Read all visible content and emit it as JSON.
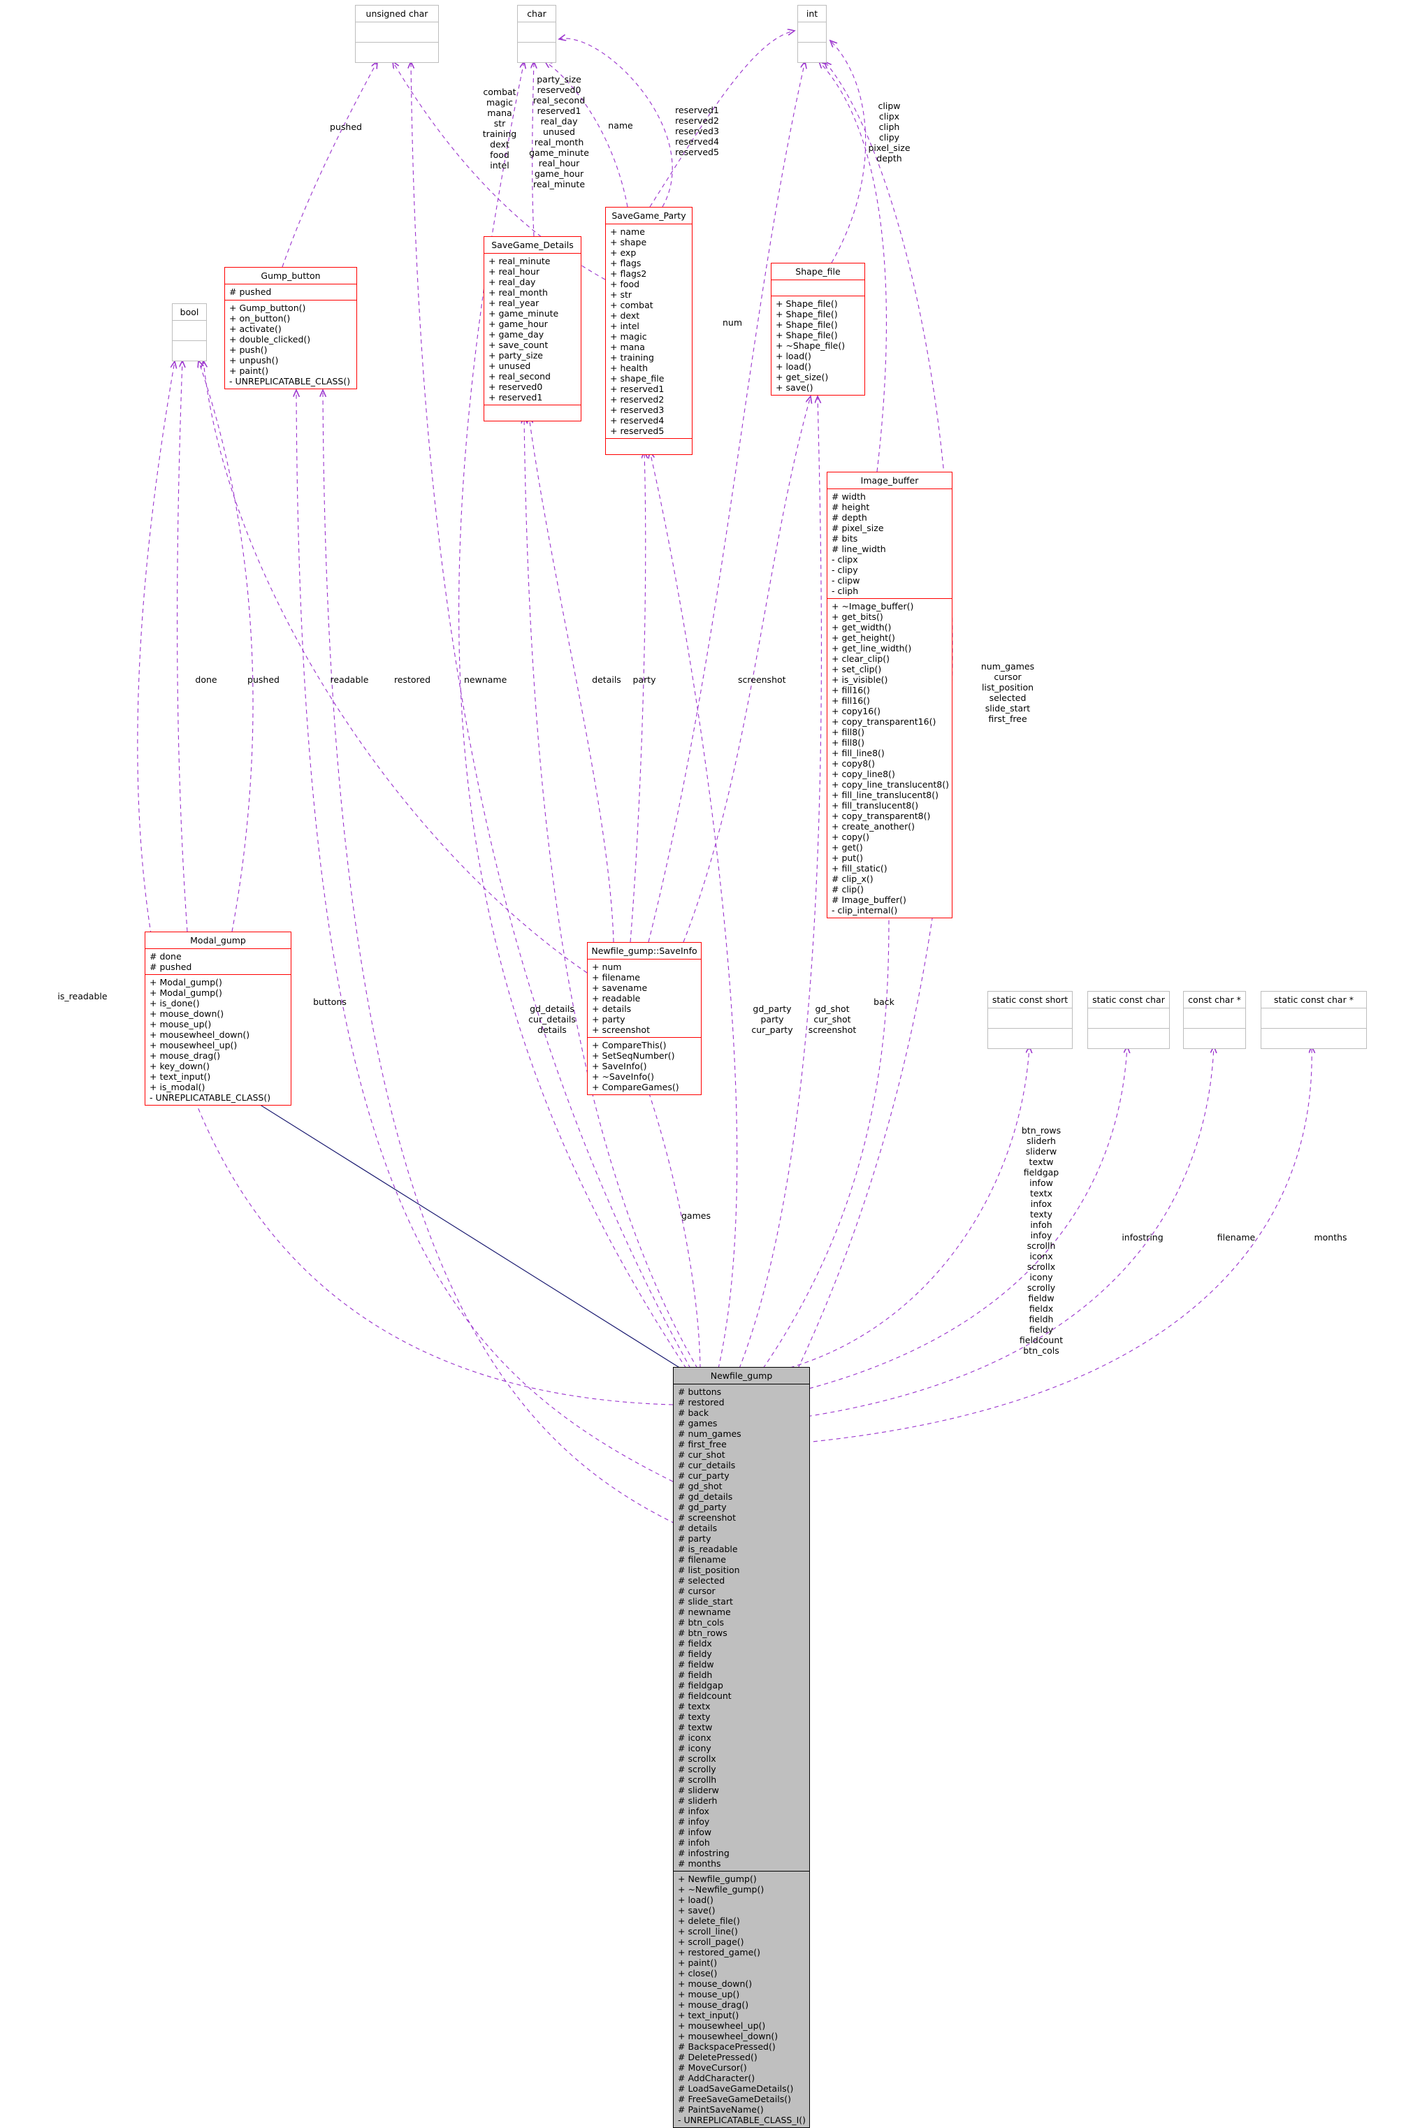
{
  "classes": {
    "unsigned_char": {
      "title": "unsigned char"
    },
    "char_t": {
      "title": "char"
    },
    "int_t": {
      "title": "int"
    },
    "bool_t": {
      "title": "bool"
    },
    "gump_button": {
      "title": "Gump_button",
      "attributes": [
        "# pushed"
      ],
      "methods": [
        "+ Gump_button()",
        "+ on_button()",
        "+ activate()",
        "+ double_clicked()",
        "+ push()",
        "+ unpush()",
        "+ paint()",
        "- UNREPLICATABLE_CLASS()"
      ]
    },
    "savegame_details": {
      "title": "SaveGame_Details",
      "attributes": [
        "+ real_minute",
        "+ real_hour",
        "+ real_day",
        "+ real_month",
        "+ real_year",
        "+ game_minute",
        "+ game_hour",
        "+ game_day",
        "+ save_count",
        "+ party_size",
        "+ unused",
        "+ real_second",
        "+ reserved0",
        "+ reserved1"
      ],
      "methods": []
    },
    "savegame_party": {
      "title": "SaveGame_Party",
      "attributes": [
        "+ name",
        "+ shape",
        "+ exp",
        "+ flags",
        "+ flags2",
        "+ food",
        "+ str",
        "+ combat",
        "+ dext",
        "+ intel",
        "+ magic",
        "+ mana",
        "+ training",
        "+ health",
        "+ shape_file",
        "+ reserved1",
        "+ reserved2",
        "+ reserved3",
        "+ reserved4",
        "+ reserved5"
      ],
      "methods": []
    },
    "shape_file": {
      "title": "Shape_file",
      "attributes": [],
      "methods": [
        "+ Shape_file()",
        "+ Shape_file()",
        "+ Shape_file()",
        "+ Shape_file()",
        "+ ~Shape_file()",
        "+ load()",
        "+ load()",
        "+ get_size()",
        "+ save()"
      ]
    },
    "image_buffer": {
      "title": "Image_buffer",
      "attributes": [
        "# width",
        "# height",
        "# depth",
        "# pixel_size",
        "# bits",
        "# line_width",
        "- clipx",
        "- clipy",
        "- clipw",
        "- cliph"
      ],
      "methods": [
        "+ ~Image_buffer()",
        "+ get_bits()",
        "+ get_width()",
        "+ get_height()",
        "+ get_line_width()",
        "+ clear_clip()",
        "+ set_clip()",
        "+ is_visible()",
        "+ fill16()",
        "+ fill16()",
        "+ copy16()",
        "+ copy_transparent16()",
        "+ fill8()",
        "+ fill8()",
        "+ fill_line8()",
        "+ copy8()",
        "+ copy_line8()",
        "+ copy_line_translucent8()",
        "+ fill_line_translucent8()",
        "+ fill_translucent8()",
        "+ copy_transparent8()",
        "+ create_another()",
        "+ copy()",
        "+ get()",
        "+ put()",
        "+ fill_static()",
        "# clip_x()",
        "# clip()",
        "# Image_buffer()",
        "- clip_internal()"
      ]
    },
    "modal_gump": {
      "title": "Modal_gump",
      "attributes": [
        "# done",
        "# pushed"
      ],
      "methods": [
        "+ Modal_gump()",
        "+ Modal_gump()",
        "+ is_done()",
        "+ mouse_down()",
        "+ mouse_up()",
        "+ mousewheel_down()",
        "+ mousewheel_up()",
        "+ mouse_drag()",
        "+ key_down()",
        "+ text_input()",
        "+ is_modal()",
        "- UNREPLICATABLE_CLASS()"
      ]
    },
    "saveinfo": {
      "title": "Newfile_gump::SaveInfo",
      "attributes": [
        "+ num",
        "+ filename",
        "+ savename",
        "+ readable",
        "+ details",
        "+ party",
        "+ screenshot"
      ],
      "methods": [
        "+ CompareThis()",
        "+ SetSeqNumber()",
        "+ SaveInfo()",
        "+ ~SaveInfo()",
        "+ CompareGames()"
      ]
    },
    "static_const_short": {
      "title": "static const short"
    },
    "static_const_char": {
      "title": "static const char"
    },
    "const_char_ptr": {
      "title": "const char *"
    },
    "static_const_char_ptr": {
      "title": "static const char *"
    },
    "newfile_gump": {
      "title": "Newfile_gump",
      "attributes": [
        "# buttons",
        "# restored",
        "# back",
        "# games",
        "# num_games",
        "# first_free",
        "# cur_shot",
        "# cur_details",
        "# cur_party",
        "# gd_shot",
        "# gd_details",
        "# gd_party",
        "# screenshot",
        "# details",
        "# party",
        "# is_readable",
        "# filename",
        "# list_position",
        "# selected",
        "# cursor",
        "# slide_start",
        "# newname",
        "# btn_cols",
        "# btn_rows",
        "# fieldx",
        "# fieldy",
        "# fieldw",
        "# fieldh",
        "# fieldgap",
        "# fieldcount",
        "# textx",
        "# texty",
        "# textw",
        "# iconx",
        "# icony",
        "# scrollx",
        "# scrolly",
        "# scrollh",
        "# sliderw",
        "# sliderh",
        "# infox",
        "# infoy",
        "# infow",
        "# infoh",
        "# infostring",
        "# months"
      ],
      "methods": [
        "+ Newfile_gump()",
        "+ ~Newfile_gump()",
        "+ load()",
        "+ save()",
        "+ delete_file()",
        "+ scroll_line()",
        "+ scroll_page()",
        "+ restored_game()",
        "+ paint()",
        "+ close()",
        "+ mouse_down()",
        "+ mouse_up()",
        "+ mouse_drag()",
        "+ text_input()",
        "+ mousewheel_up()",
        "+ mousewheel_down()",
        "# BackspacePressed()",
        "# DeletePressed()",
        "# MoveCursor()",
        "# AddCharacter()",
        "# LoadSaveGameDetails()",
        "# FreeSaveGameDetails()",
        "# PaintSaveName()",
        "- UNREPLICATABLE_CLASS_I()"
      ]
    }
  },
  "edge_labels": {
    "pushed_top": "pushed",
    "name": "name",
    "num": "num",
    "done": "done",
    "pushed_mid": "pushed",
    "readable": "readable",
    "restored": "restored",
    "newname": "newname",
    "details": "details",
    "party": "party",
    "screenshot": "screenshot",
    "is_readable": "is_readable",
    "buttons": "buttons",
    "back": "back",
    "games": "games",
    "infostring": "infostring",
    "filename": "filename",
    "months": "months",
    "combat_stack": [
      "combat",
      "magic",
      "mana",
      "str",
      "training",
      "dext",
      "food",
      "intel"
    ],
    "details_char_stack": [
      "party_size",
      "reserved0",
      "real_second",
      "reserved1",
      "real_day",
      "unused",
      "real_month",
      "game_minute",
      "real_hour",
      "game_hour",
      "real_minute"
    ],
    "reserved_stack": [
      "reserved1",
      "reserved2",
      "reserved3",
      "reserved4",
      "reserved5"
    ],
    "clip_stack": [
      "clipw",
      "clipx",
      "cliph",
      "clipy",
      "pixel_size",
      "depth"
    ],
    "numgames_stack": [
      "num_games",
      "cursor",
      "list_position",
      "selected",
      "slide_start",
      "first_free"
    ],
    "gd_details_stack": [
      "gd_details",
      "cur_details",
      "details"
    ],
    "gd_party_stack": [
      "gd_party",
      "party",
      "cur_party"
    ],
    "gd_shot_stack": [
      "gd_shot",
      "cur_shot",
      "screenshot"
    ],
    "short_stack": [
      "btn_rows",
      "sliderh",
      "sliderw",
      "textw",
      "fieldgap",
      "infow",
      "textx",
      "infox",
      "texty",
      "infoh",
      "infoy",
      "scrollh",
      "iconx",
      "scrollx",
      "icony",
      "scrolly",
      "fieldw",
      "fieldx",
      "fieldh",
      "fieldy",
      "fieldcount",
      "btn_cols"
    ]
  },
  "colors": {
    "edge": "#9a32cd",
    "inheritance": "#191970",
    "class_border": "#ff0000",
    "highlight_bg": "#bfbfbf"
  }
}
